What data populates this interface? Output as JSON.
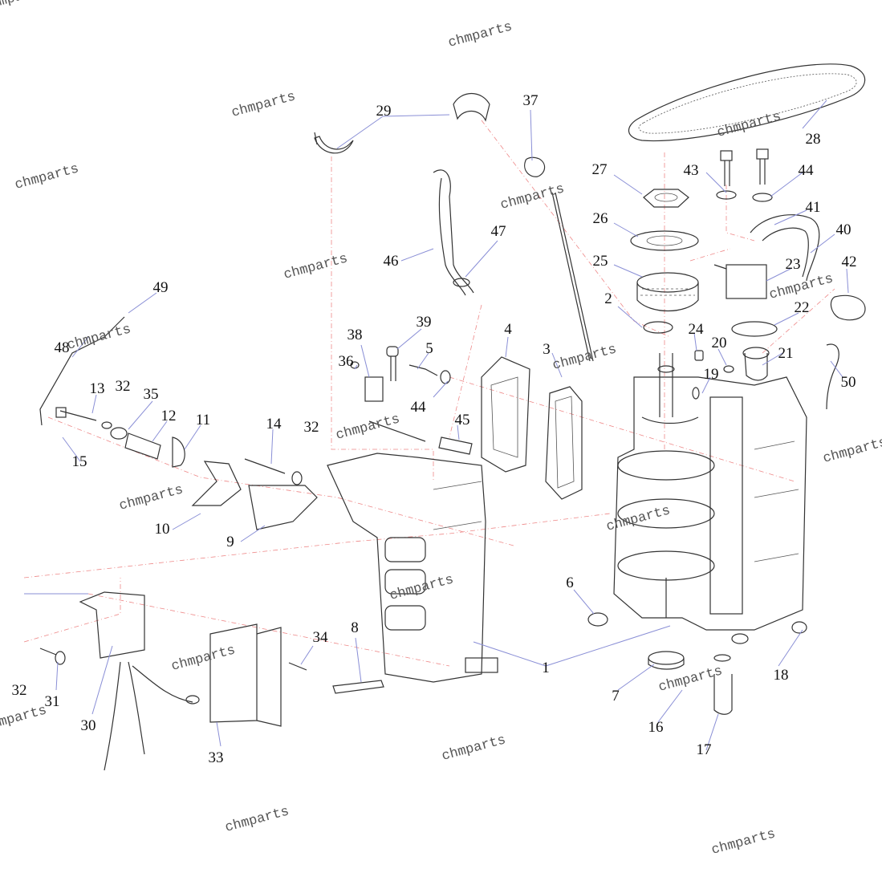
{
  "watermark": "chmparts",
  "callouts": [
    "1",
    "2",
    "3",
    "4",
    "5",
    "6",
    "7",
    "8",
    "9",
    "10",
    "11",
    "12",
    "13",
    "14",
    "15",
    "16",
    "17",
    "18",
    "19",
    "20",
    "21",
    "22",
    "23",
    "24",
    "25",
    "26",
    "27",
    "28",
    "29",
    "30",
    "31",
    "32",
    "33",
    "34",
    "35",
    "36",
    "37",
    "38",
    "39",
    "40",
    "41",
    "42",
    "43",
    "44",
    "45",
    "46",
    "47",
    "48",
    "49",
    "50"
  ],
  "extra_callouts": {
    "c32a": "32",
    "c32b": "32",
    "c44b": "44"
  },
  "colors": {
    "line": "#333333",
    "leader": "#8a8fd6",
    "axis": "#ee8888",
    "text": "#111111",
    "watermark": "#555555"
  }
}
